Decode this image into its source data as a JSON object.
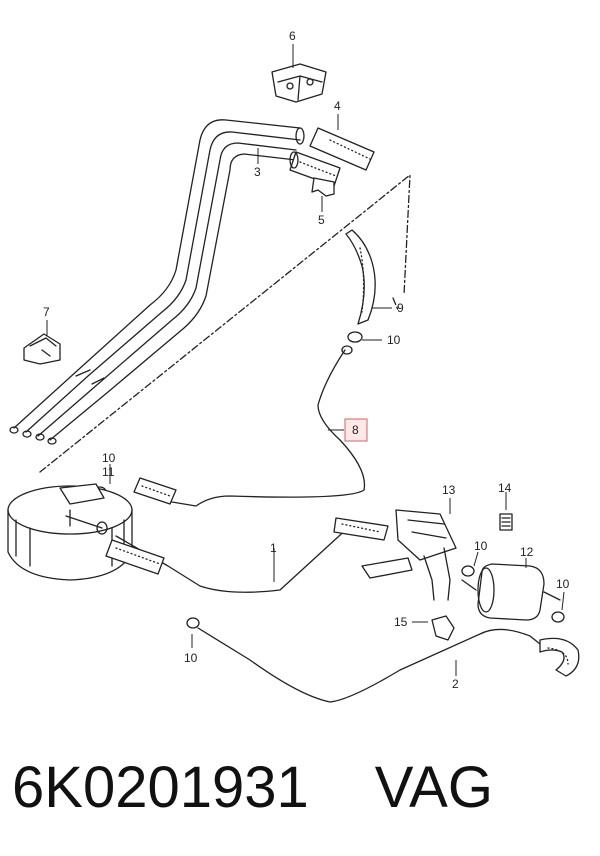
{
  "callouts": {
    "c1": "1",
    "c2": "2",
    "c3": "3",
    "c4": "4",
    "c5": "5",
    "c6": "6",
    "c7": "7",
    "c8": "8",
    "c9": "9",
    "c10a": "10",
    "c10b": "10",
    "c10c": "10",
    "c10d": "10",
    "c10e": "10",
    "c11": "11",
    "c12": "12",
    "c13": "13",
    "c14": "14",
    "c15": "15"
  },
  "highlight_color": "#e07a7a",
  "caption": {
    "part_number": "6K0201931",
    "brand": "VAG"
  }
}
